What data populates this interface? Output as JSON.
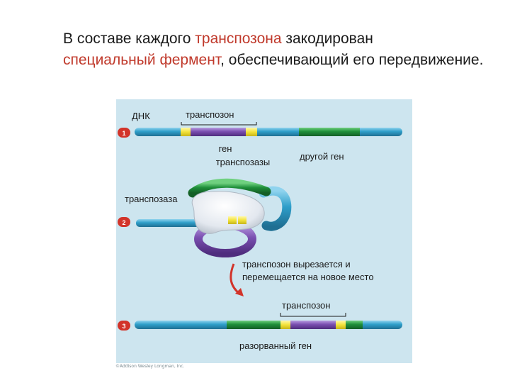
{
  "heading": {
    "part1": "В составе каждого ",
    "part2_accent": "транспозона",
    "part3": " закодирован",
    "part4_accent": "специальный фермент",
    "part5": ", обеспечивающий его передвижение."
  },
  "diagram": {
    "step1": {
      "number": "1",
      "dna_label": "ДНК",
      "transposon_label": "транспозон",
      "gene_label_line1": "ген",
      "gene_label_line2": "транспозазы",
      "other_gene_label": "другой ген"
    },
    "step2": {
      "number": "2",
      "enzyme_label": "транспозаза",
      "move_label_line1": "транспозон вырезается и",
      "move_label_line2": "перемещается на новое место"
    },
    "step3": {
      "number": "3",
      "transposon_label": "транспозон",
      "broken_gene_label": "разорванный ген"
    },
    "colors": {
      "panel": "#cde5ef",
      "dna": "#2e9ec9",
      "dna_dark": "#1f7aa0",
      "transposon": "#7a4fb0",
      "insertion_sequence": "#f2e23a",
      "gene": "#1f8f3a",
      "marker": "#d2342a",
      "enzyme": "#e9edf2"
    }
  },
  "credit": "©Addison Wesley Longman, Inc."
}
